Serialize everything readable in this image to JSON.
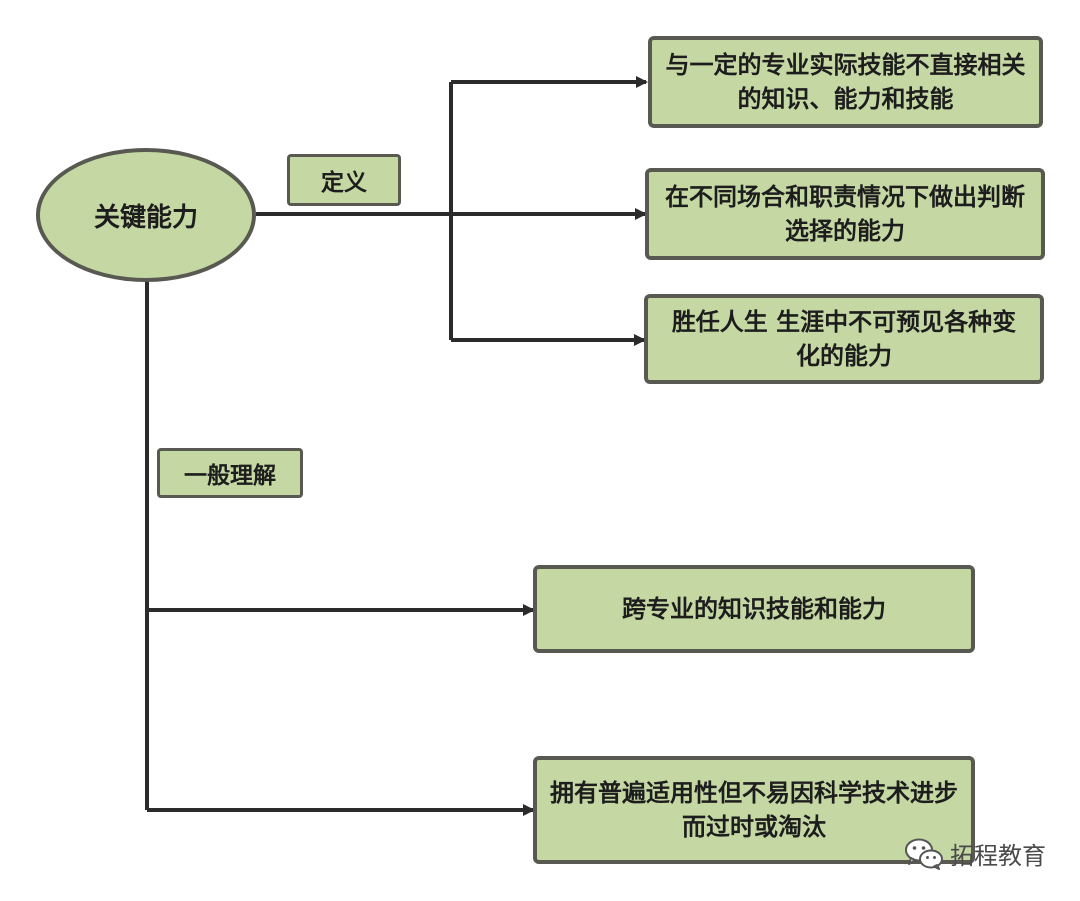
{
  "root": {
    "label": "关键能力"
  },
  "branches": {
    "definition": {
      "label": "定义"
    },
    "general": {
      "label": "一般理解"
    }
  },
  "definitions": [
    {
      "text": "与一定的专业实际技能不直接相关的知识、能力和技能"
    },
    {
      "text": "在不同场合和职责情况下做出判断选择的能力"
    },
    {
      "text": "胜任人生 生涯中不可预见各种变化的能力"
    }
  ],
  "understandings": [
    {
      "text": "跨专业的知识技能和能力"
    },
    {
      "text": "拥有普遍适用性但不易因科学技术进步而过时或淘汰"
    }
  ],
  "watermark": {
    "icon": "wechat-icon",
    "text": "拓程教育"
  },
  "colors": {
    "box_fill": "#c5d8a4",
    "border": "#585a52",
    "line": "#2b2b2b"
  }
}
